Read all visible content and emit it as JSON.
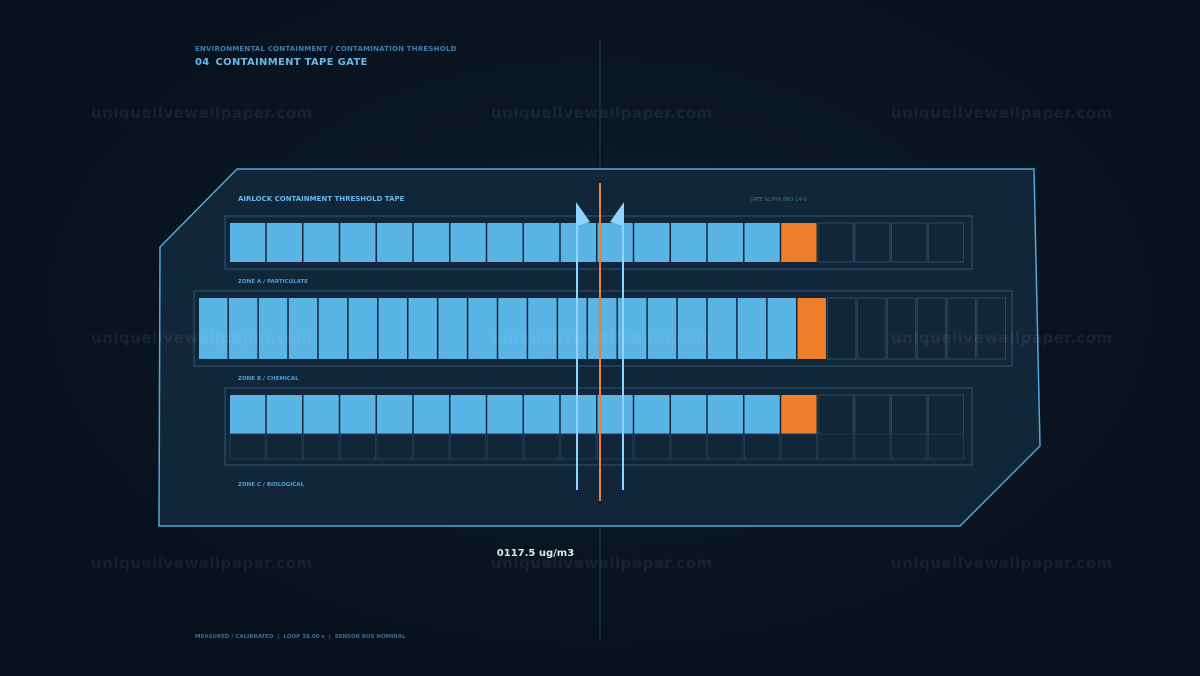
{
  "header": {
    "breadcrumb": "ENVIRONMENTAL CONTAINMENT / CONTAMINATION THRESHOLD",
    "number": "04",
    "title": "CONTAINMENT TAPE GATE"
  },
  "panel": {
    "title": "AIRLOCK CONTAINMENT THRESHOLD TAPE",
    "gate_id": "GATE ALPHA  BRD 14-G"
  },
  "zones": [
    {
      "label": "ZONE A / PARTICULATE",
      "total_cells": 20,
      "filled": 15,
      "alert_cells": 1
    },
    {
      "label": "ZONE B / CHEMICAL",
      "total_cells": 27,
      "filled": 20,
      "alert_cells": 1
    },
    {
      "label": "ZONE C / BIOLOGICAL",
      "total_cells": 20,
      "filled": 15,
      "alert_cells": 1
    }
  ],
  "reading": "0117.5 ug/m3",
  "footer": {
    "status": "MEASURED / CALIBRATED",
    "loop": "LOOP 38.00 s",
    "bus": "SENSOR BUS NOMINAL"
  },
  "watermark": "uniquelivewallpaper.com",
  "colors": {
    "fill": "#5ab4e6",
    "alert": "#f07f2b",
    "panel": "#12263a",
    "border": "#4fa8dc",
    "cell_empty": "#2a4a66",
    "cursor": "#f07f2b"
  }
}
